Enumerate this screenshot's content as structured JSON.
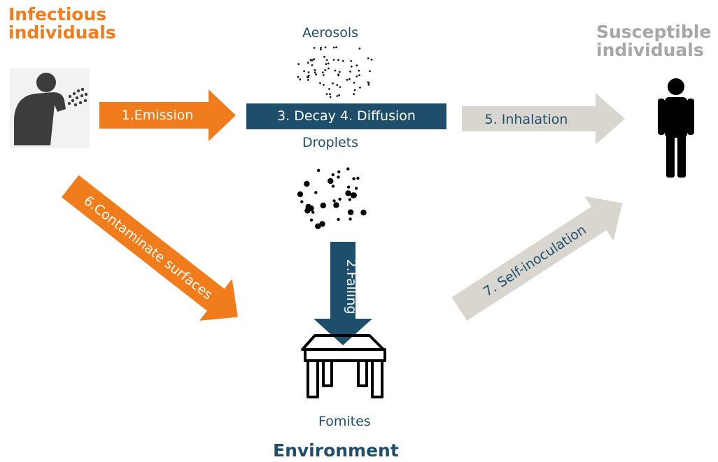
{
  "headings": {
    "infectious": "Infectious individuals",
    "susceptible": "Susceptible individuals",
    "environment": "Environment"
  },
  "labels": {
    "aerosols": "Aerosols",
    "droplets": "Droplets",
    "fomites": "Fomites"
  },
  "arrows": {
    "emission": "1.Emission",
    "falling": "2.Falling",
    "decay_diffusion": "3. Decay 4. Diffusion",
    "inhalation": "5. Inhalation",
    "contaminate": "6.Contaminate surfaces",
    "self_inoculation": "7. Self-inoculation"
  },
  "icons": {
    "coughing_person": "coughing-person-icon",
    "standing_person": "standing-person-icon",
    "table": "table-icon",
    "aerosol_particles": "aerosol-particles-icon",
    "droplet_particles": "droplet-particles-icon"
  },
  "colors": {
    "orange": "#f07c1c",
    "navy": "#1f4e6b",
    "grey_arrow": "#d9d6cf",
    "grey_text": "#a6a6a6",
    "dark_icon": "#3c3c3c"
  }
}
